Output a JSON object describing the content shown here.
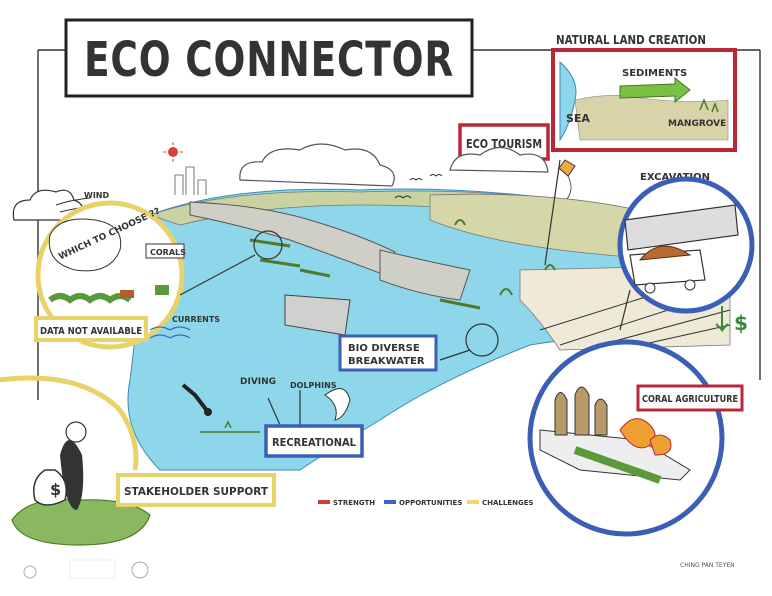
{
  "title": "ECO CONNECTOR",
  "labels": {
    "natural_land_creation": "NATURAL LAND CREATION",
    "sediments": "SEDIMENTS",
    "sea": "SEA",
    "mangrove": "MANGROVE",
    "eco_tourism": "ECO TOURISM",
    "wind": "WIND",
    "which_to_choose": "WHICH TO CHOOSE ??",
    "corals": "CORALS",
    "data_not_available": "DATA NOT AVAILABLE",
    "currents": "CURRENTS",
    "excavation": "EXCAVATION",
    "bio_diverse_breakwater_line1": "BIO DIVERSE",
    "bio_diverse_breakwater_line2": "BREAKWATER",
    "diving": "DIVING",
    "dolphins": "DOLPHINS",
    "recreational": "RECREATIONAL",
    "coral_agriculture": "CORAL AGRICULTURE",
    "stakeholder_support": "STAKEHOLDER SUPPORT",
    "artist_signature": "CHING PAN TEYEN"
  },
  "legend": [
    {
      "label": "STRENGTH",
      "color": "#d03a3a"
    },
    {
      "label": "OPPORTUNITIES",
      "color": "#3a64c8"
    },
    {
      "label": "CHALLENGES",
      "color": "#f0d56a"
    }
  ],
  "colors": {
    "strength": "#c0303a",
    "opportunity": "#3a5fb4",
    "challenge": "#e8d36a",
    "water": "#8ed6ea",
    "land": "#c8cf9a",
    "mangrove_green": "#6aa84f"
  },
  "icons": [
    "sun-icon",
    "dollar-icon",
    "kite-icon",
    "diver-icon",
    "dolphin-icon",
    "money-bag-icon"
  ]
}
